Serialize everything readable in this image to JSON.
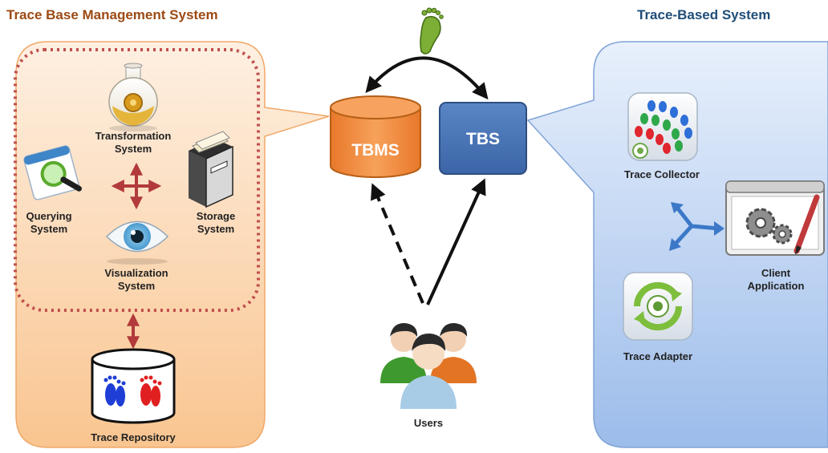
{
  "left_panel": {
    "title": "Trace Base Management System",
    "components": {
      "transformation": [
        "Transformation",
        "System"
      ],
      "querying": [
        "Querying",
        "System"
      ],
      "storage": [
        "Storage",
        "System"
      ],
      "visualization": [
        "Visualization",
        "System"
      ]
    },
    "repository": "Trace Repository"
  },
  "center": {
    "tbms": "TBMS",
    "tbs": "TBS",
    "users": "Users"
  },
  "right_panel": {
    "title": "Trace-Based System",
    "components": {
      "collector": "Trace Collector",
      "adapter": "Trace Adapter",
      "client": [
        "Client",
        "Application"
      ]
    }
  },
  "colors": {
    "left_title": "#9C4A14",
    "right_title": "#1F4E79",
    "tbms_fill": "#F5923E",
    "tbs_fill": "#4A76B8",
    "left_panel_fill": "#FBCB9C",
    "right_panel_fill": "#A9C6EE"
  }
}
